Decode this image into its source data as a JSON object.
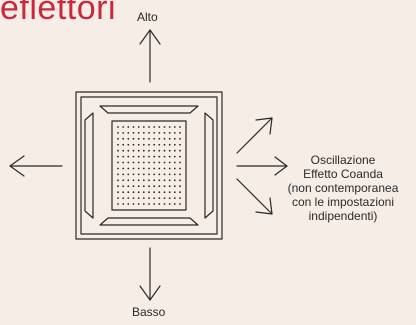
{
  "title": "eflettori",
  "labels": {
    "top": "Alto",
    "bottom": "Basso"
  },
  "description": {
    "line1": "Oscillazione",
    "line2": "Effetto Coanda",
    "line3": "(non contemporanea",
    "line4": "con le impostazioni",
    "line5": "indipendenti)"
  },
  "colors": {
    "title": "#c9283e",
    "background": "#f6ede6",
    "stroke": "#2a2a2a"
  }
}
